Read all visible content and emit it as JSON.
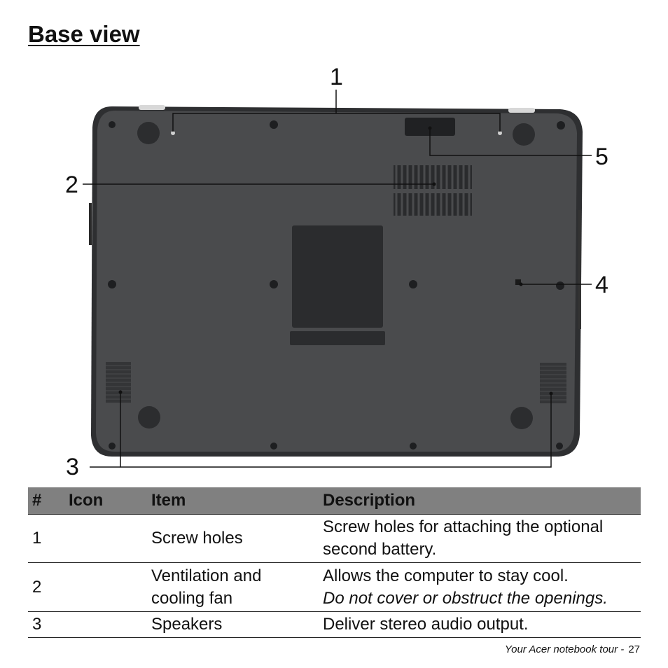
{
  "page": {
    "title": "Base view"
  },
  "figure": {
    "callouts": [
      "1",
      "2",
      "3",
      "4",
      "5"
    ]
  },
  "table": {
    "headers": [
      "#",
      "Icon",
      "Item",
      "Description"
    ],
    "rows": [
      {
        "num": "1",
        "icon": "",
        "item": "Screw holes",
        "description": "Screw holes for attaching the optional second battery.",
        "description_note": ""
      },
      {
        "num": "2",
        "icon": "",
        "item": "Ventilation and cooling fan",
        "description": "Allows the computer to stay cool.",
        "description_note": "Do not cover or obstruct the openings."
      },
      {
        "num": "3",
        "icon": "",
        "item": "Speakers",
        "description": "Deliver stereo audio output.",
        "description_note": ""
      }
    ]
  },
  "footer": {
    "text": "Your Acer notebook tour -",
    "page_number": "27"
  },
  "colors": {
    "header_bg": "#808080",
    "laptop_body": "#4a4b4d",
    "laptop_edge": "#2e2f31"
  }
}
